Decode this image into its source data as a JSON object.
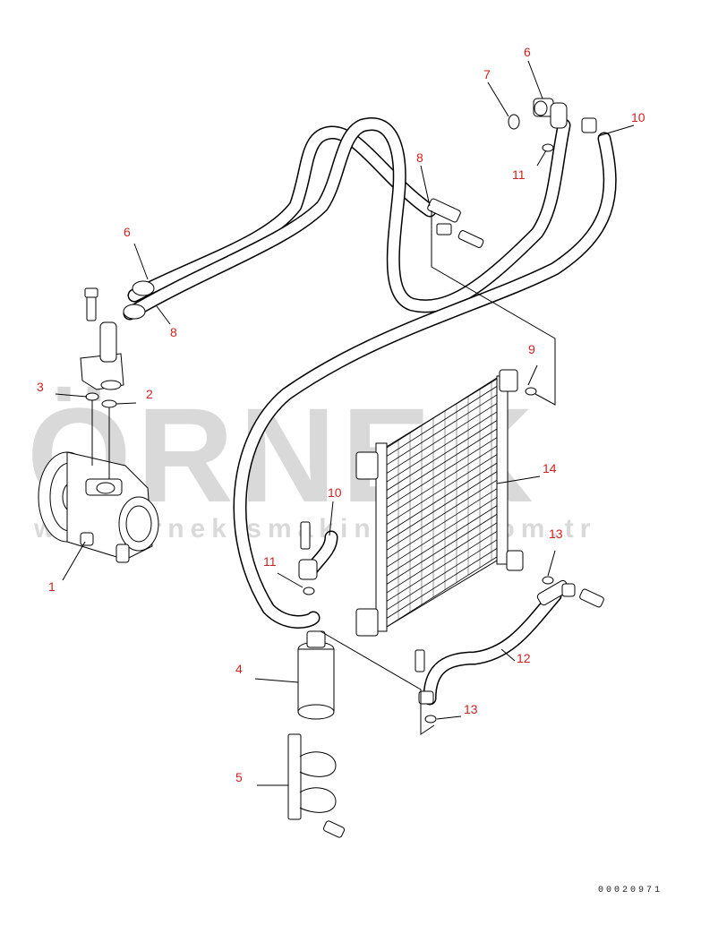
{
  "watermark": {
    "brand": "ÖRNEK",
    "url": "www.ornekismakineleri.com.tr"
  },
  "drawing_number": "00020971",
  "callouts": [
    {
      "id": "c1",
      "label": "1"
    },
    {
      "id": "c2",
      "label": "2"
    },
    {
      "id": "c3",
      "label": "3"
    },
    {
      "id": "c4",
      "label": "4"
    },
    {
      "id": "c5",
      "label": "5"
    },
    {
      "id": "c6a",
      "label": "6"
    },
    {
      "id": "c6b",
      "label": "6"
    },
    {
      "id": "c7",
      "label": "7"
    },
    {
      "id": "c8a",
      "label": "8"
    },
    {
      "id": "c8b",
      "label": "8"
    },
    {
      "id": "c9",
      "label": "9"
    },
    {
      "id": "c10a",
      "label": "10"
    },
    {
      "id": "c10b",
      "label": "10"
    },
    {
      "id": "c11a",
      "label": "11"
    },
    {
      "id": "c11b",
      "label": "11"
    },
    {
      "id": "c12",
      "label": "12"
    },
    {
      "id": "c13a",
      "label": "13"
    },
    {
      "id": "c13b",
      "label": "13"
    },
    {
      "id": "c14",
      "label": "14"
    }
  ],
  "colors": {
    "callout": "#d21f1f",
    "watermark": "#d9d9d9",
    "linework": "#000000"
  }
}
